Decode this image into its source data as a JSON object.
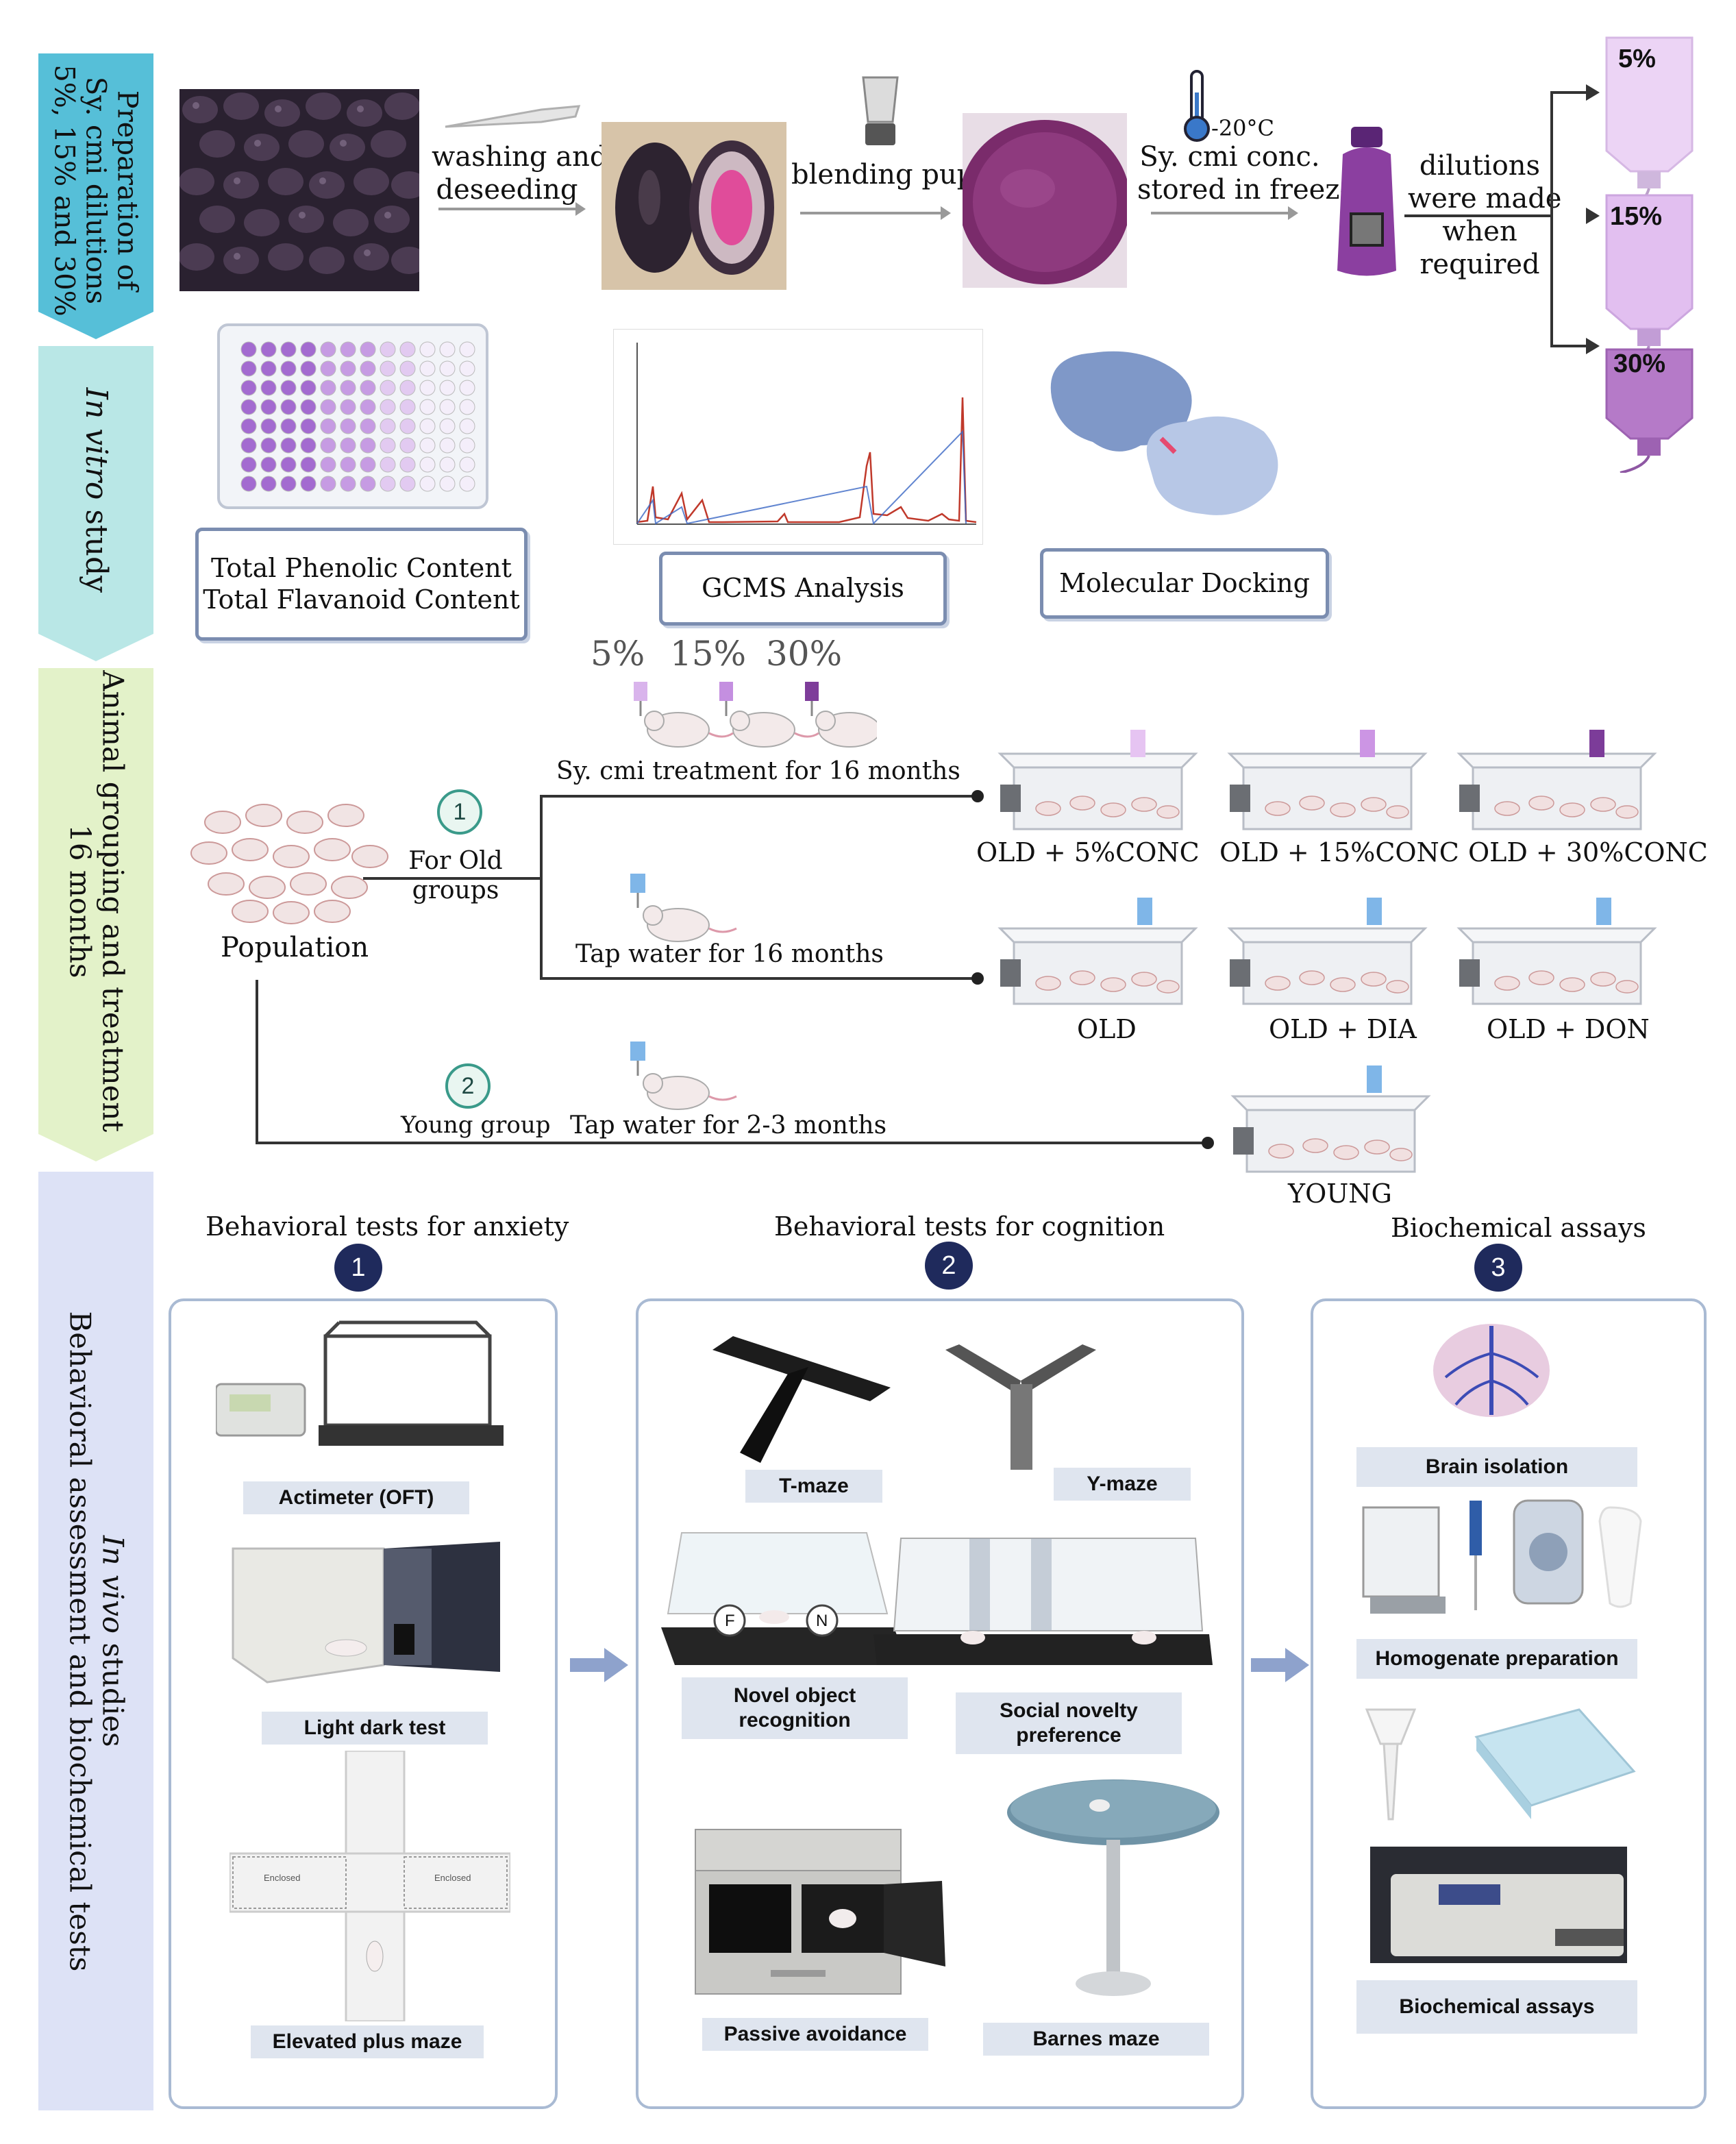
{
  "rows": {
    "prep": "Preparation of\nSy. cmi dilutions\n5%, 15% and 30%",
    "invitro_prefix": "In vitro",
    "invitro_suffix": " study",
    "animal": "Animal grouping and treatment\n16 months",
    "invivo_prefix": "In vivo",
    "invivo_suffix": " studies",
    "invivo_sub": "Behavioral assessment and biochemical tests"
  },
  "prep_steps": {
    "washing": "washing and\ndeseeding",
    "blending": "blending pupl",
    "temp": "-20°C",
    "storage": "Sy. cmi conc.\nstored in freezer",
    "dilutions": "dilutions\nwere made\nwhen\nrequired",
    "bottles": [
      "5%",
      "15%",
      "30%"
    ]
  },
  "invitro": {
    "phenolic": "Total Phenolic Content\nTotal Flavanoid Content",
    "gcms": "GCMS Analysis",
    "docking": "Molecular Docking"
  },
  "animal": {
    "conc_labels": [
      "5%",
      "15%",
      "30%"
    ],
    "treatment_label": "Sy. cmi treatment for 16 months",
    "tap16": "Tap water for 16 months",
    "tap23": "Tap water for 2-3 months",
    "population": "Population",
    "old_groups_num": "1",
    "old_groups": "For Old\ngroups",
    "young_num": "2",
    "young_group": "Young group",
    "groups_row1": [
      "OLD + 5%CONC",
      "OLD + 15%CONC",
      "OLD + 30%CONC"
    ],
    "groups_row2": [
      "OLD",
      "OLD + DIA",
      "OLD + DON"
    ],
    "young": "YOUNG"
  },
  "invivo": {
    "sections": [
      {
        "num": "1",
        "title": "Behavioral tests for anxiety"
      },
      {
        "num": "2",
        "title": "Behavioral tests for cognition"
      },
      {
        "num": "3",
        "title": "Biochemical assays"
      }
    ],
    "anxiety": [
      "Actimeter (OFT)",
      "Light dark test",
      "Elevated plus maze"
    ],
    "maze_arm": "Enclosed",
    "cognition": [
      "T-maze",
      "Y-maze",
      "Novel object\nrecognition",
      "Social novelty\npreference",
      "Passive avoidance",
      "Barnes maze"
    ],
    "object_letters": [
      "F",
      "N"
    ],
    "biochem": [
      "Brain isolation",
      "Homogenate preparation",
      "Biochemical assays"
    ]
  },
  "colors": {
    "prep_band": "#56bfd8",
    "invitro_band": "#b9e7e6",
    "animal_band": "#e3f2c9",
    "invivo_band": "#dde2f6",
    "accent_purple": "#8b3fa0",
    "panel_border": "#a9bad3",
    "circle_navy": "#1f2a5c"
  }
}
